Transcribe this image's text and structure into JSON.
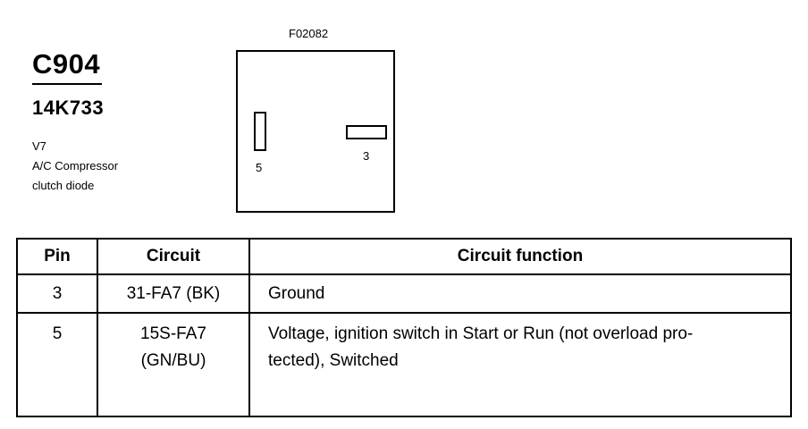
{
  "connector": {
    "id": "C904",
    "part_number": "14K733",
    "description": [
      "V7",
      "A/C Compressor",
      "clutch diode"
    ],
    "figure_code": "F02082",
    "pin_labels": {
      "pin5": "5",
      "pin3": "3"
    }
  },
  "table": {
    "headers": [
      "Pin",
      "Circuit",
      "Circuit function"
    ],
    "rows": [
      {
        "pin": "3",
        "circuit": [
          "31-FA7 (BK)"
        ],
        "function": [
          "Ground"
        ]
      },
      {
        "pin": "5",
        "circuit": [
          "15S-FA7",
          "(GN/BU)"
        ],
        "function": [
          "Voltage, ignition switch in Start or Run (not overload pro-",
          "tected), Switched"
        ]
      }
    ]
  }
}
